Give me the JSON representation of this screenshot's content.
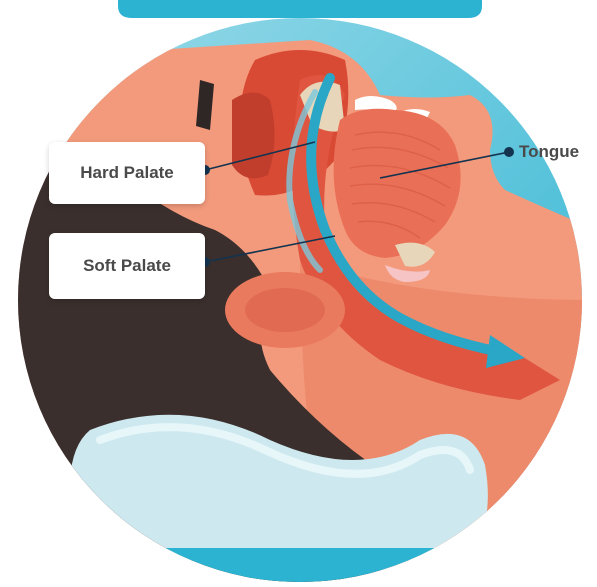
{
  "labels": {
    "hard_palate": "Hard Palate",
    "soft_palate": "Soft Palate",
    "tongue": "Tongue"
  },
  "colors": {
    "teal_accent": "#2bb3d1",
    "airway_arrow": "#2aa6c6",
    "skin": "#f39a7c",
    "tissue": "#e0553f",
    "hair": "#3a2f2d",
    "pillow": "#cde9ef",
    "label_text": "#4a4a4a",
    "pointer": "#14334f"
  },
  "icons": {
    "airflow": "airflow-arrow-icon",
    "pointer_dot": "pointer-dot-icon"
  }
}
